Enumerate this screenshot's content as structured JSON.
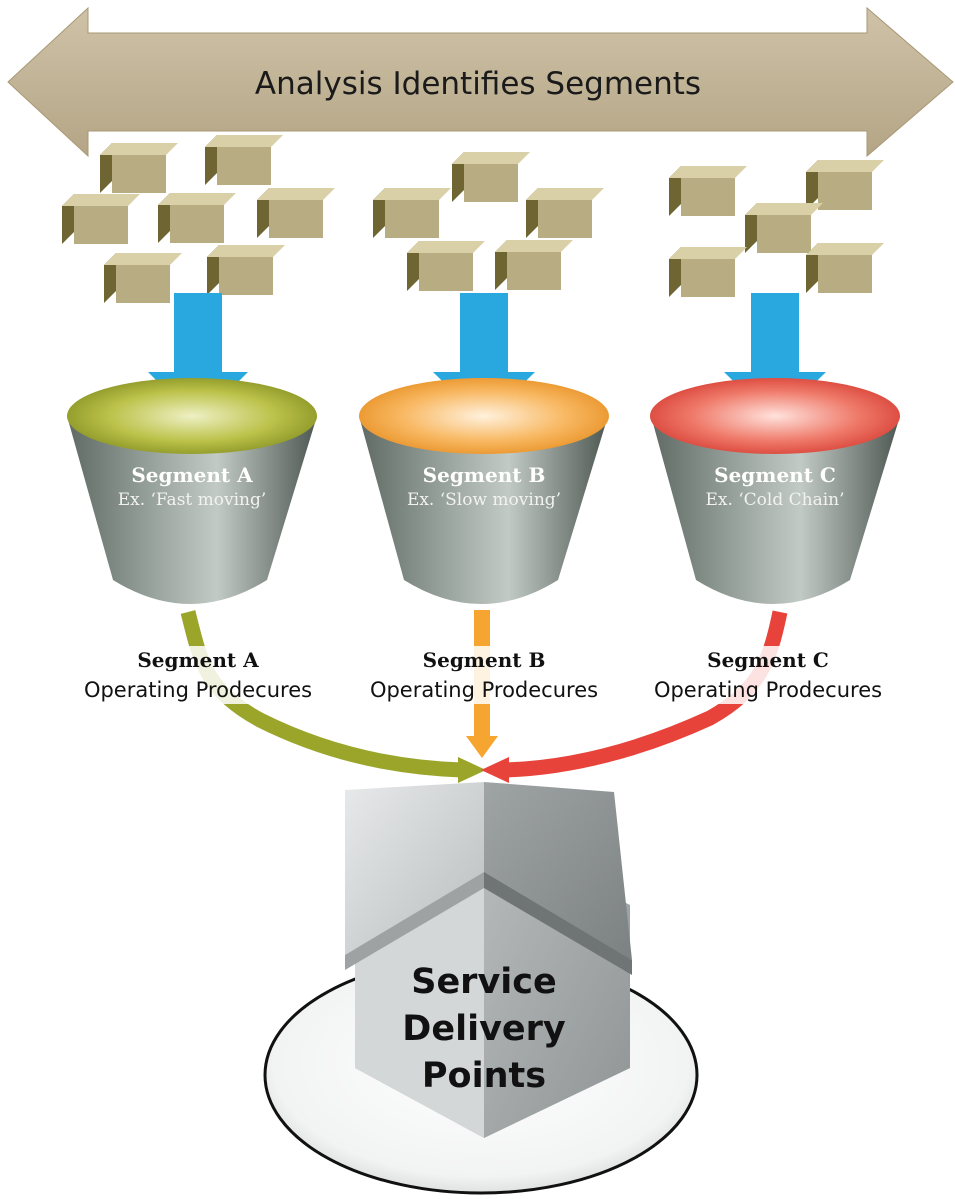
{
  "banner": {
    "label": "Analysis Identifies Segments"
  },
  "segments": [
    {
      "title": "Segment A",
      "example": "Ex. ‘Fast moving’",
      "procedure_title": "Segment A",
      "procedure_sub": "Operating Prodecures",
      "color": "#9aa52a",
      "rim_light": "#d6d76a",
      "rim_dark": "#7e8a1c"
    },
    {
      "title": "Segment B",
      "example": "Ex. ‘Slow moving’",
      "procedure_title": "Segment B",
      "procedure_sub": "Operating Prodecures",
      "color": "#f6a530",
      "rim_light": "#fbd7a0",
      "rim_dark": "#e58a1a"
    },
    {
      "title": "Segment C",
      "example": "Ex. ‘Cold Chain’",
      "procedure_title": "Segment C",
      "procedure_sub": "Operating Prodecures",
      "color": "#e8433a",
      "rim_light": "#f7b4a8",
      "rim_dark": "#d3352c"
    }
  ],
  "destination": {
    "line1": "Service",
    "line2": "Delivery",
    "line3": "Points"
  },
  "colors": {
    "banner_arrow": "#c4b59a",
    "down_arrow": "#29a8e0",
    "box_front": "#b8ad82",
    "box_side": "#6f6532",
    "box_top": "#d9d0a8",
    "funnel_body": "#7a8580"
  }
}
